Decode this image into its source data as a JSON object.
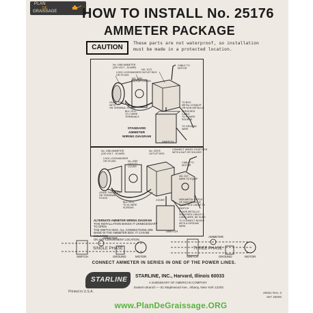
{
  "logo": {
    "line1": "PLAN",
    "line2": "DE",
    "line3": "GRAISSAGE"
  },
  "title": {
    "line1": "HOW TO INSTALL No. 25176",
    "line2": "AMMETER PACKAGE"
  },
  "caution": {
    "label": "CAUTION",
    "text_line1": "These parts are not waterproof, so installation",
    "text_line2": "must be made in a protected location."
  },
  "diagram1": {
    "caption_line1": "STANDARD",
    "caption_line2": "AMMETER",
    "caption_line3": "WIRING DIAGRAM",
    "labels": {
      "ammeter": "No. 1980 AMMETER",
      "ammeter_spec": "(230 VOLT - 30 AMP)",
      "lockwasher": "LOCK LOCKWASHER",
      "lockwasher2": "OR STUDS",
      "outlet_cover": "NO. 1080",
      "outlet_cover2": "OUTLET COVER",
      "outlet_box": "NO. 1071",
      "outlet_box2": "OUTLET BOX",
      "cable_to_motor": "CABLE TO",
      "cable_to_motor2": "MOTOR",
      "terminal1": "LEAVE TWO",
      "terminal2": "WITH",
      "terminal3": "ON TERMINAL STUDS",
      "blk_yell": "BLK-YELL",
      "wires": "TO 2 WIRE",
      "wires2": "TERMINALS",
      "conduit": "TO BOX",
      "conduit2": "METAL CONDUIT",
      "conduit3": "OR NON-METALLIC",
      "conduit4": "SHEATHED",
      "conduit5": "CABLE",
      "conduit6": "TO POWER",
      "conduit7": "SOURCE",
      "switch": "SWITCH",
      "ground": "TO GROUND",
      "ground2": "WIRE"
    }
  },
  "diagram2": {
    "caption_line1": "ALTERNATE AMMETER WIRING DIAGRAM",
    "caption_line2": "THIS INSTALLATION MAKES IT UNNECESSARY TO OPEN",
    "caption_line3": "THE SWITCH BOX. ALL CONNECTIONS ARE",
    "caption_line4": "MADE IN THE AMMETER BOX. IT CAN BE MOUNTED",
    "caption_line5": "ON ANY CONVENIENT LOCATION.",
    "labels": {
      "ammeter": "No. 1980 AMMETER",
      "ammeter_spec": "(230 VOLT - 30 AMP)",
      "lockwasher": "LOCK LOCKWASHER",
      "lockwasher2": "OR STUDS",
      "outlet_cover": "No. 2087",
      "outlet_cover2": "OUTLET",
      "outlet_cover3": "COVER",
      "outlet_box": "No. 20076",
      "outlet_box2": "OUTLET BOX",
      "connect": "CONNECT WIRES TOGETHER",
      "connect2": "WITH A NUT OR SOLDER",
      "cable": "CABLE TO",
      "cable2": "MOTOR",
      "wirenut": "NO. 2X7",
      "wirenut2": "WIRE TO EQUIP",
      "terminal": "LEAVE TWO NUTS",
      "terminal2": "ON TERMINAL",
      "terminal3": "STUDS",
      "blk_yell": "BLK-YELL",
      "blk_yell2": "TO #1 WIRE",
      "blk_yell3": "SCREWS",
      "cover": "COVER",
      "sheathed": "NON-METAL CIRCUIT",
      "sheathed2": "OF NON METALLIC",
      "sheathed3": "SHEATHED CABLE TO",
      "sheathed4": "SWITCH",
      "ground": "IF NON METALLIC",
      "ground2": "SHEATHED CABLE IS",
      "ground3": "USED HERE, BE SURE",
      "ground4": "TO CONNECT BOXES",
      "ground5": "WITH A GROUND",
      "ground6": "WIRE.",
      "switch": "SWITCH"
    }
  },
  "phase_diagram": {
    "ammeter_label_left": "AMMETER",
    "ammeter_label_right": "AMMETER",
    "switch_left": "SWITCH",
    "ground_left": "GROUND",
    "motor_left": "MOTOR",
    "switch_right": "SWITCH",
    "ground_right": "GROUND",
    "motor_right": "MOTOR",
    "single_phase": "SINGLE PHASE",
    "three_phase": "THREE PHASE"
  },
  "connect_text": "CONNECT AMMETER IN SERIES IN ONE OF THE POWER LINES.",
  "company": {
    "logo": "STARLINE",
    "name": "STARLINE, INC., Harvard, Illinois 60033",
    "subsidiary": "A SUBSIDIARY OF AMERICAN COMPANY",
    "branch": "Eastern Branch — 51 Maplewood Ave., Albany, New York 12203"
  },
  "printed": "Printed in U.S.A.",
  "form_number": {
    "line1": "25001 Rev. 3",
    "line2": "557 25000"
  },
  "watermark": "www.PlanDeGraissage.ORG"
}
